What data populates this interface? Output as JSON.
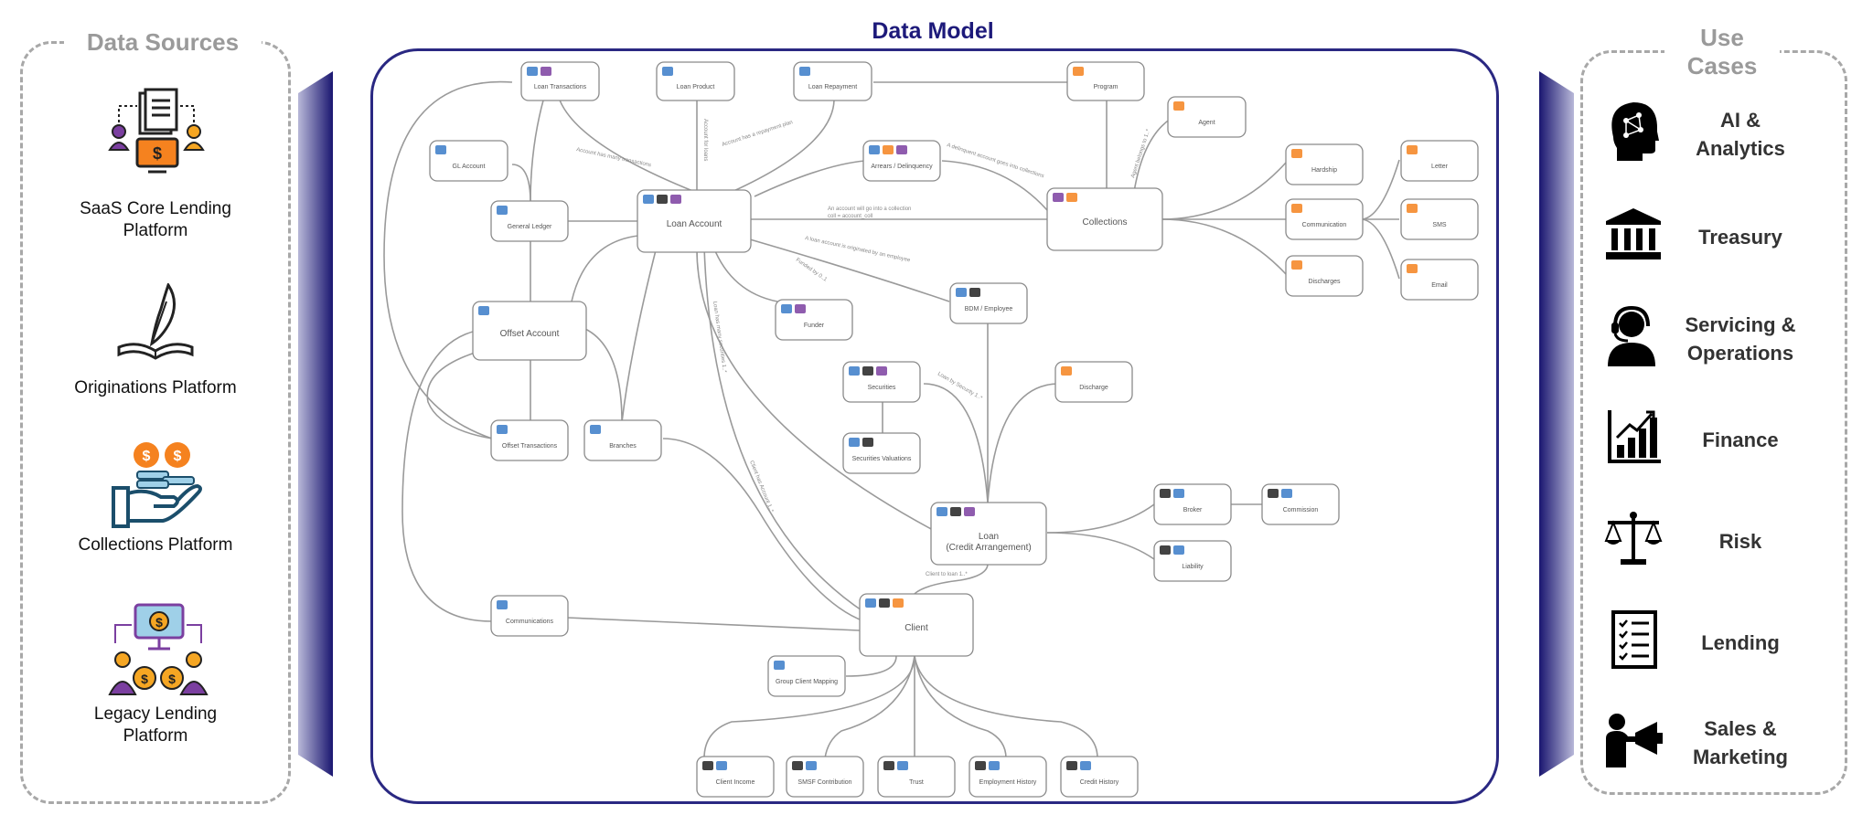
{
  "data_sources": {
    "title": "Data Sources",
    "items": [
      {
        "label_line1": "SaaS Core Lending",
        "label_line2": "Platform",
        "icon": "saas-platform-icon"
      },
      {
        "label_line1": "Originations Platform",
        "label_line2": "",
        "icon": "quill-book-icon"
      },
      {
        "label_line1": "Collections Platform",
        "label_line2": "",
        "icon": "hand-coins-icon"
      },
      {
        "label_line1": "Legacy Lending",
        "label_line2": "Platform",
        "icon": "legacy-platform-icon"
      }
    ]
  },
  "data_model": {
    "title": "Data Model",
    "nodes": [
      {
        "id": "loan-transactions",
        "label": "Loan Transactions"
      },
      {
        "id": "loan-product",
        "label": "Loan Product"
      },
      {
        "id": "loan-repayment",
        "label": "Loan Repayment"
      },
      {
        "id": "program",
        "label": "Program"
      },
      {
        "id": "agent",
        "label": "Agent"
      },
      {
        "id": "gl-account",
        "label": "GL Account"
      },
      {
        "id": "arrears",
        "label": "Arrears / Delinquency"
      },
      {
        "id": "hardship",
        "label": "Hardship"
      },
      {
        "id": "letter",
        "label": "Letter"
      },
      {
        "id": "general-ledger",
        "label": "General Ledger"
      },
      {
        "id": "loan-account",
        "label": "Loan Account"
      },
      {
        "id": "collections",
        "label": "Collections"
      },
      {
        "id": "communication",
        "label": "Communication"
      },
      {
        "id": "sms",
        "label": "SMS"
      },
      {
        "id": "discharges",
        "label": "Discharges"
      },
      {
        "id": "email",
        "label": "Email"
      },
      {
        "id": "offset-account",
        "label": "Offset Account"
      },
      {
        "id": "funder",
        "label": "Funder"
      },
      {
        "id": "bdm",
        "label": "BDM / Employee"
      },
      {
        "id": "securities",
        "label": "Securities"
      },
      {
        "id": "discharge",
        "label": "Discharge"
      },
      {
        "id": "offset-transactions",
        "label": "Offset Transactions"
      },
      {
        "id": "branches",
        "label": "Branches"
      },
      {
        "id": "securities-valuations",
        "label": "Securities Valuations"
      },
      {
        "id": "loan",
        "label": "Loan",
        "label2": "(Credit Arrangement)"
      },
      {
        "id": "broker",
        "label": "Broker"
      },
      {
        "id": "commission",
        "label": "Commission"
      },
      {
        "id": "liability",
        "label": "Liability"
      },
      {
        "id": "communications",
        "label": "Communications"
      },
      {
        "id": "client",
        "label": "Client"
      },
      {
        "id": "group-client-mapping",
        "label": "Group Client Mapping"
      },
      {
        "id": "client-income",
        "label": "Client Income"
      },
      {
        "id": "smsf-contribution",
        "label": "SMSF Contribution"
      },
      {
        "id": "trust",
        "label": "Trust"
      },
      {
        "id": "employment-history",
        "label": "Employment History"
      },
      {
        "id": "credit-history",
        "label": "Credit History"
      }
    ],
    "edge_labels": [
      "Account has many transactions",
      "Account for loans",
      "Account has a repayment plan",
      "A delinquent account goes into collections",
      "An account will go into a collection",
      "coll = account_coll",
      "A loan account is originated by an employee",
      "Funded by 0..1",
      "Loan has many securities 1..*",
      "Client has Account 1..*",
      "Loan by Security 1..*",
      "Client to loan 1..*",
      "Agent belongs to 1..*"
    ]
  },
  "use_cases": {
    "title_line1": "Use",
    "title_line2": "Cases",
    "items": [
      {
        "line1": "AI &",
        "line2": "Analytics",
        "icon": "ai-head-icon"
      },
      {
        "line1": "Treasury",
        "line2": "",
        "icon": "bank-building-icon"
      },
      {
        "line1": "Servicing &",
        "line2": "Operations",
        "icon": "support-agent-icon"
      },
      {
        "line1": "Finance",
        "line2": "",
        "icon": "growth-chart-icon"
      },
      {
        "line1": "Risk",
        "line2": "",
        "icon": "scales-icon"
      },
      {
        "line1": "Lending",
        "line2": "",
        "icon": "checklist-icon"
      },
      {
        "line1": "Sales &",
        "line2": "Marketing",
        "icon": "megaphone-person-icon"
      }
    ]
  },
  "colors": {
    "frame": "#2a2882",
    "title": "#1d1a7a",
    "dashed": "#a8a8a8",
    "orange": "#f5821f",
    "purple": "#7b3fa0"
  }
}
